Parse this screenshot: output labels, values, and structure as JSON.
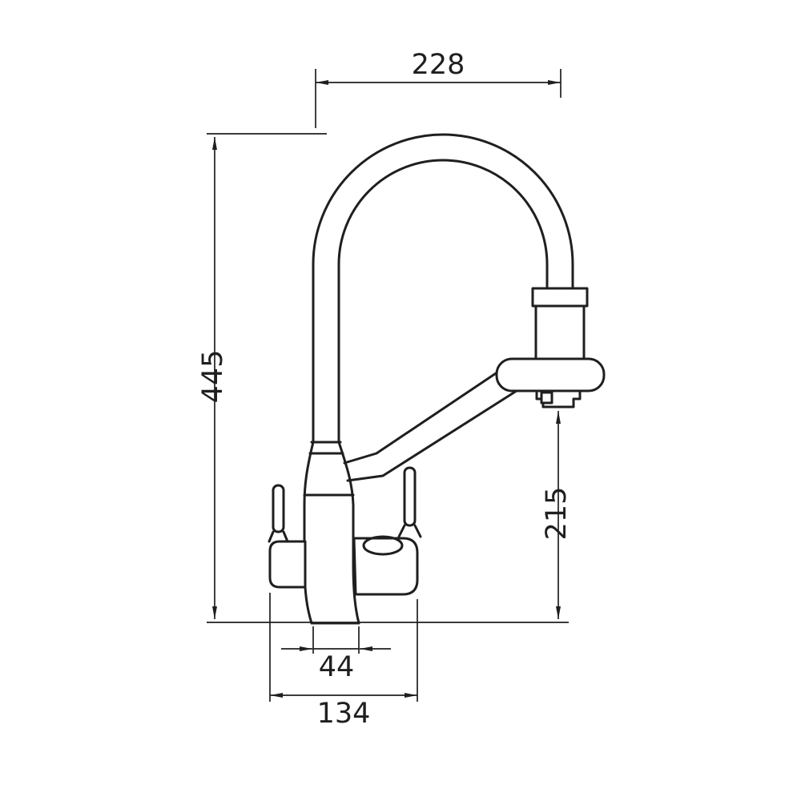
{
  "dims": {
    "top_width": "228",
    "overall_height": "445",
    "outlet_height": "215",
    "body_width": "44",
    "base_width": "134"
  },
  "colors": {
    "line": "#1f1f1f",
    "background": "#ffffff"
  }
}
